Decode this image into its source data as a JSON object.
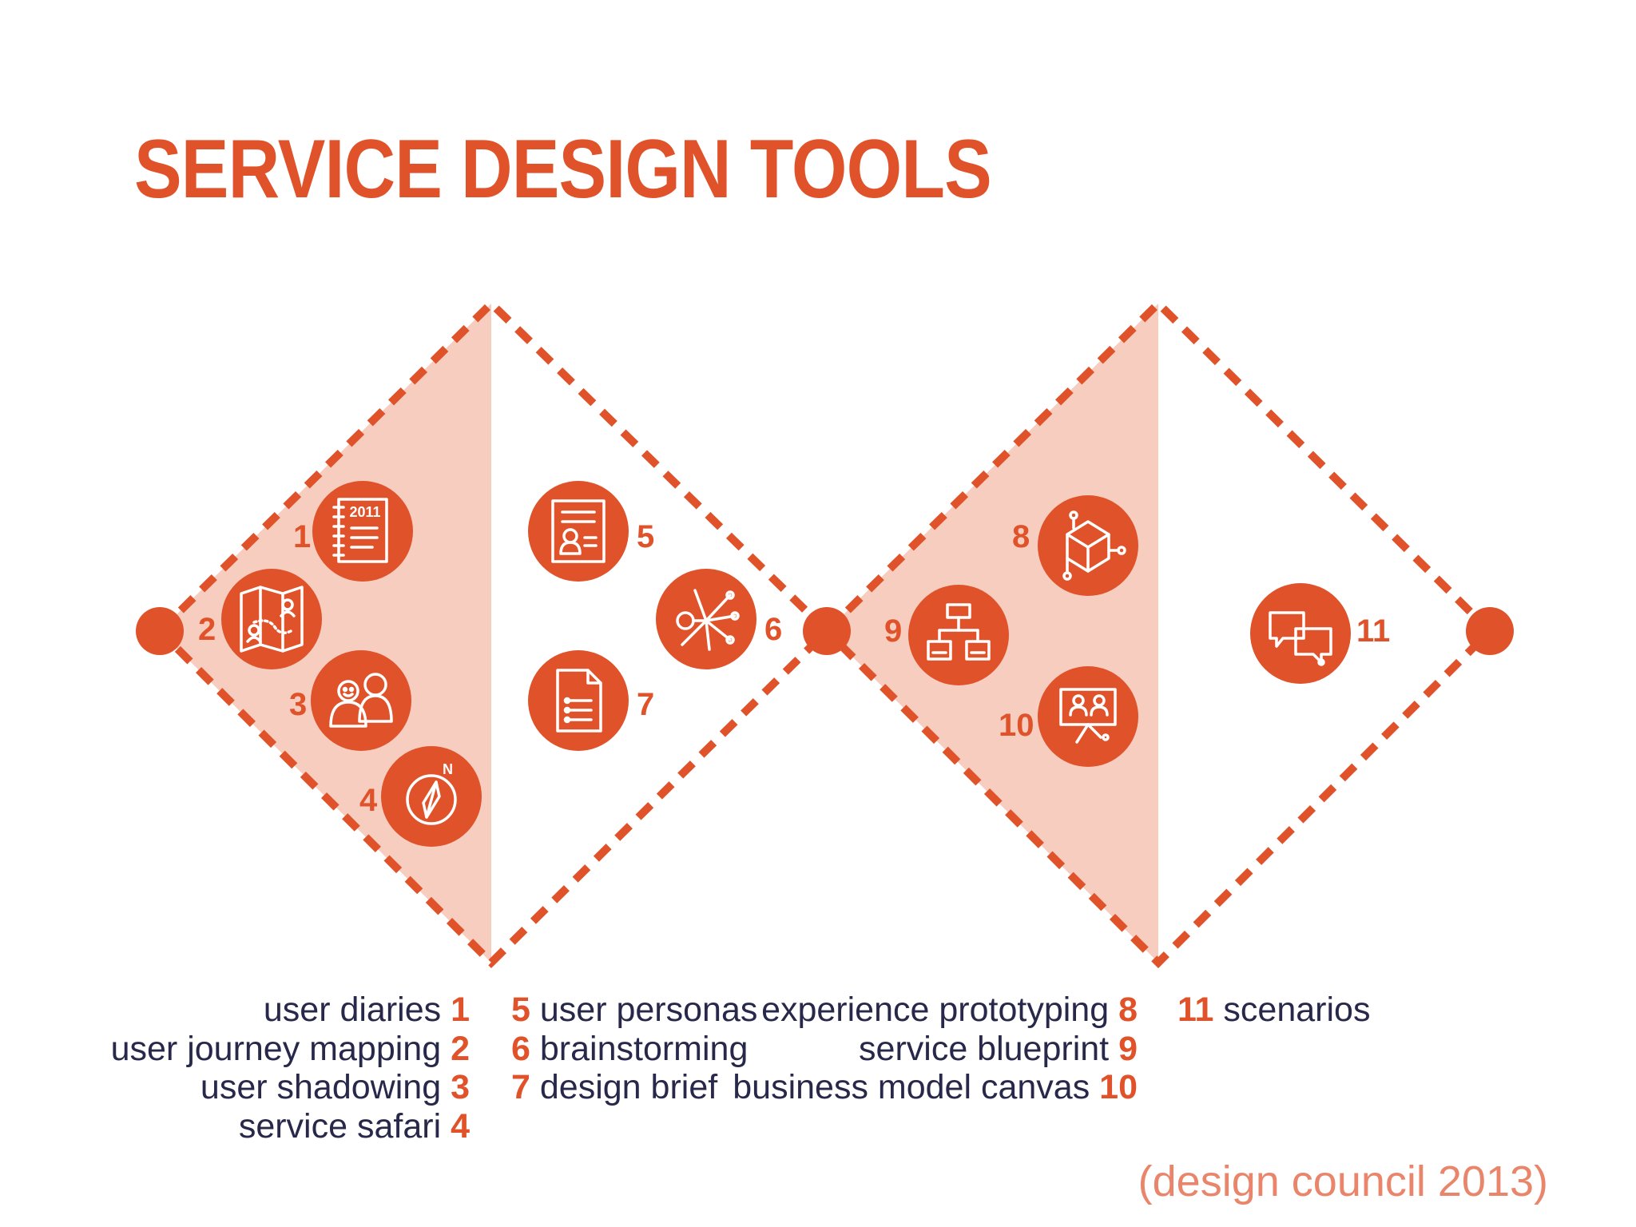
{
  "title": "SERVICE DESIGN TOOLS",
  "colors": {
    "accent": "#e0522a",
    "fill": "#f6cdbf",
    "text": "#27284a",
    "source": "#e8856a"
  },
  "tools": [
    {
      "num": "1",
      "name": "user diaries",
      "icon": "diary-icon"
    },
    {
      "num": "2",
      "name": "user journey mapping",
      "icon": "journey-map-icon"
    },
    {
      "num": "3",
      "name": "user shadowing",
      "icon": "shadowing-people-icon"
    },
    {
      "num": "4",
      "name": "service safari",
      "icon": "compass-icon"
    },
    {
      "num": "5",
      "name": "user personas",
      "icon": "persona-card-icon"
    },
    {
      "num": "6",
      "name": "brainstorming",
      "icon": "brainstorm-network-icon"
    },
    {
      "num": "7",
      "name": "design brief",
      "icon": "document-icon"
    },
    {
      "num": "8",
      "name": "experience prototyping",
      "icon": "prototype-cube-icon"
    },
    {
      "num": "9",
      "name": "service blueprint",
      "icon": "blueprint-flowchart-icon"
    },
    {
      "num": "10",
      "name": "business model canvas",
      "icon": "canvas-presentation-icon"
    },
    {
      "num": "11",
      "name": "scenarios",
      "icon": "speech-bubbles-icon"
    }
  ],
  "source": "(design council 2013)"
}
